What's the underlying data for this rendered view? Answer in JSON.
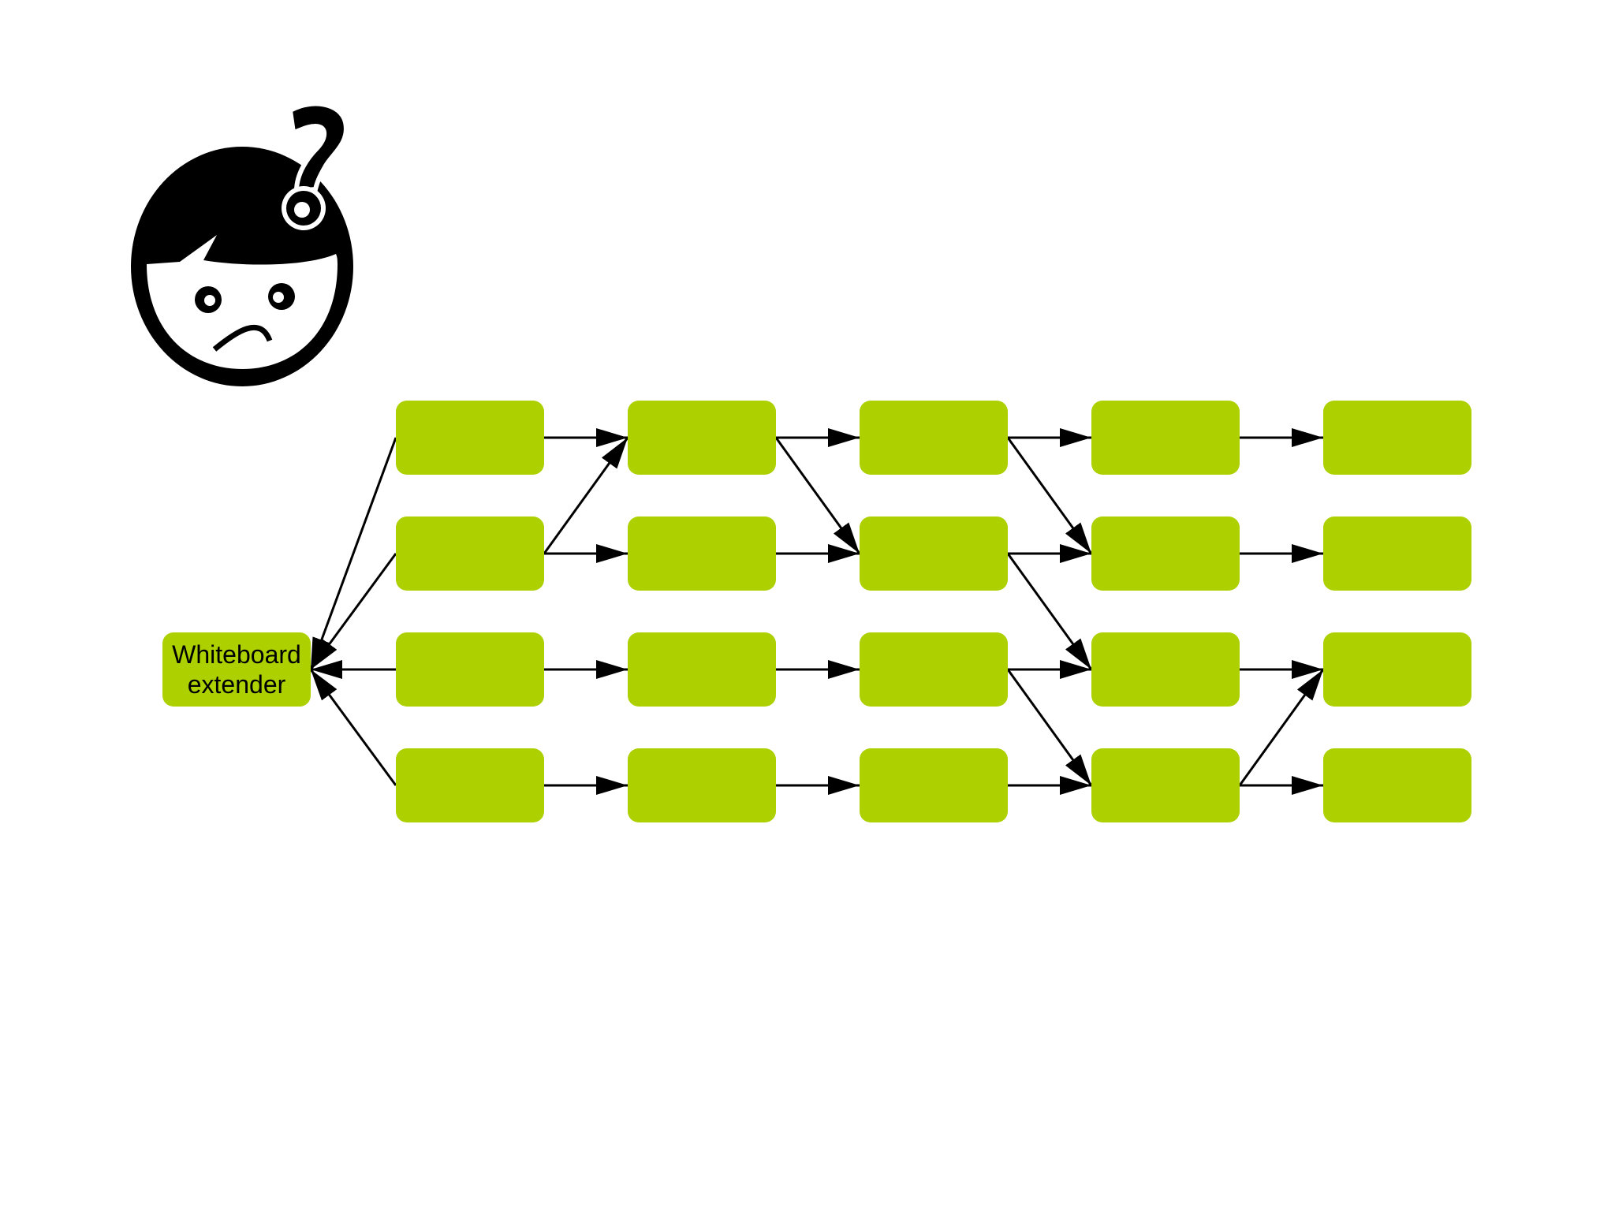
{
  "diagram": {
    "type": "flowchart",
    "colors": {
      "node_fill": "#acd000",
      "edge": "#000000",
      "label": "#000000",
      "icon": "#000000"
    },
    "icon": "confused-face-with-question-mark-icon",
    "main_node": {
      "id": "whiteboard",
      "label_lines": [
        "Whiteboard",
        "extender"
      ]
    },
    "grid": {
      "columns": 5,
      "rows": 4
    },
    "edges": [
      {
        "from": "r0c0",
        "to": "whiteboard"
      },
      {
        "from": "r1c0",
        "to": "whiteboard"
      },
      {
        "from": "r2c0",
        "to": "whiteboard"
      },
      {
        "from": "r3c0",
        "to": "whiteboard"
      },
      {
        "from": "r0c0",
        "to": "r0c1"
      },
      {
        "from": "r1c0",
        "to": "r1c1"
      },
      {
        "from": "r1c0",
        "to": "r0c1"
      },
      {
        "from": "r2c0",
        "to": "r2c1"
      },
      {
        "from": "r3c0",
        "to": "r3c1"
      },
      {
        "from": "r0c1",
        "to": "r0c2"
      },
      {
        "from": "r0c1",
        "to": "r1c2"
      },
      {
        "from": "r1c1",
        "to": "r1c2"
      },
      {
        "from": "r2c1",
        "to": "r2c2"
      },
      {
        "from": "r3c1",
        "to": "r3c2"
      },
      {
        "from": "r0c2",
        "to": "r0c3"
      },
      {
        "from": "r0c2",
        "to": "r1c3"
      },
      {
        "from": "r1c2",
        "to": "r1c3"
      },
      {
        "from": "r1c2",
        "to": "r2c3"
      },
      {
        "from": "r2c2",
        "to": "r2c3"
      },
      {
        "from": "r2c2",
        "to": "r3c3"
      },
      {
        "from": "r3c2",
        "to": "r3c3"
      },
      {
        "from": "r0c3",
        "to": "r0c4"
      },
      {
        "from": "r1c3",
        "to": "r1c4"
      },
      {
        "from": "r2c3",
        "to": "r2c4"
      },
      {
        "from": "r3c3",
        "to": "r3c4"
      },
      {
        "from": "r3c3",
        "to": "r2c4"
      }
    ]
  }
}
